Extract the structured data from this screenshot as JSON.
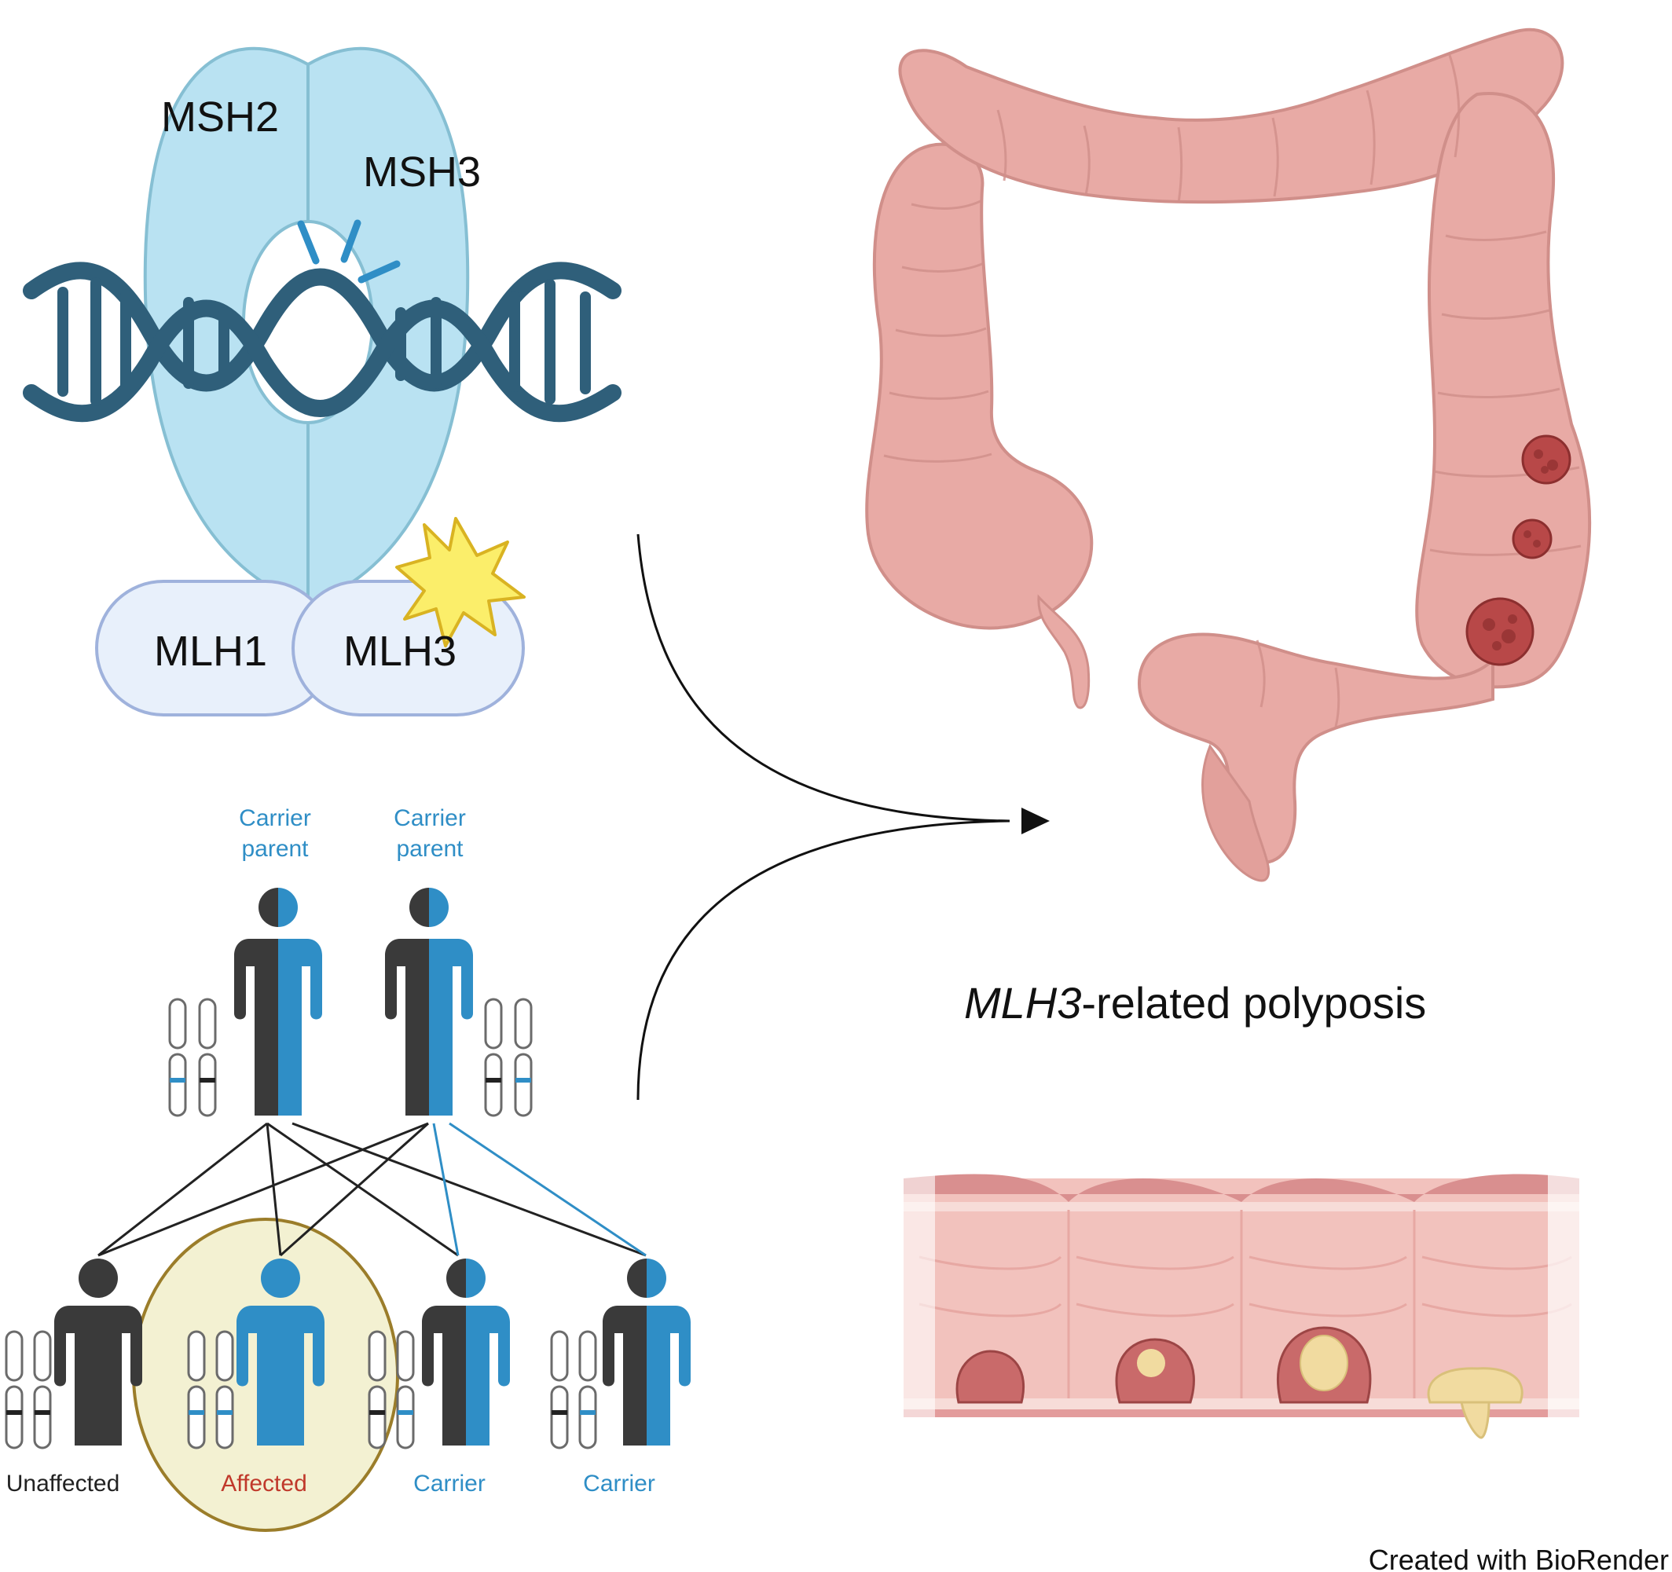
{
  "protein": {
    "msh2": "MSH2",
    "msh3": "MSH3",
    "mlh1": "MLH1",
    "mlh3": "MLH3"
  },
  "pedigree": {
    "parents": [
      {
        "line1": "Carrier",
        "line2": "parent"
      },
      {
        "line1": "Carrier",
        "line2": "parent"
      }
    ],
    "children": [
      {
        "label": "Unaffected",
        "status": "unaffected"
      },
      {
        "label": "Affected",
        "status": "affected"
      },
      {
        "label": "Carrier",
        "status": "carrier"
      },
      {
        "label": "Carrier",
        "status": "carrier"
      }
    ]
  },
  "disease": {
    "gene": "MLH3",
    "suffix": "-related polyposis"
  },
  "credit": "Created with BioRender",
  "colors": {
    "protein_fill": "#b9e2f2",
    "protein_stroke": "#86bfd3",
    "mlh_fill": "#e8f0fb",
    "mlh_stroke": "#9fb2dc",
    "dna": "#2f5f7a",
    "person_dark": "#3a3a3a",
    "person_blue": "#2f8ec6",
    "affected_highlight": "#f3f1d2",
    "affected_ring": "#9b7d2a",
    "colon": "#e8aaa5",
    "colon_shadow": "#d08f8a",
    "polyp": "#b84848",
    "mutation_star": "#fbee6a"
  }
}
